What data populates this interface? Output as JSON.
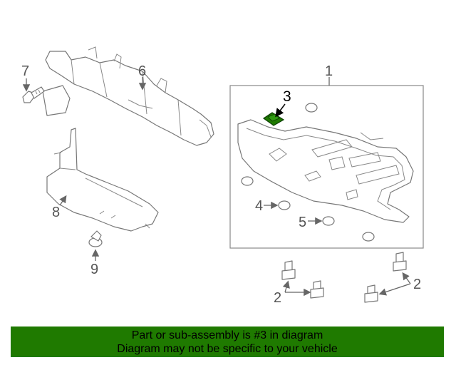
{
  "callouts": {
    "c1": "1",
    "c2a": "2",
    "c2b": "2",
    "c3": "3",
    "c4": "4",
    "c5": "5",
    "c6": "6",
    "c7": "7",
    "c8": "8",
    "c9": "9"
  },
  "banner": {
    "line1": "Part or sub-assembly is #3 in diagram",
    "line2": "Diagram may not be specific to your vehicle"
  },
  "colors": {
    "banner_bg": "#1f7a00",
    "highlight_part": "#1f7a00"
  }
}
